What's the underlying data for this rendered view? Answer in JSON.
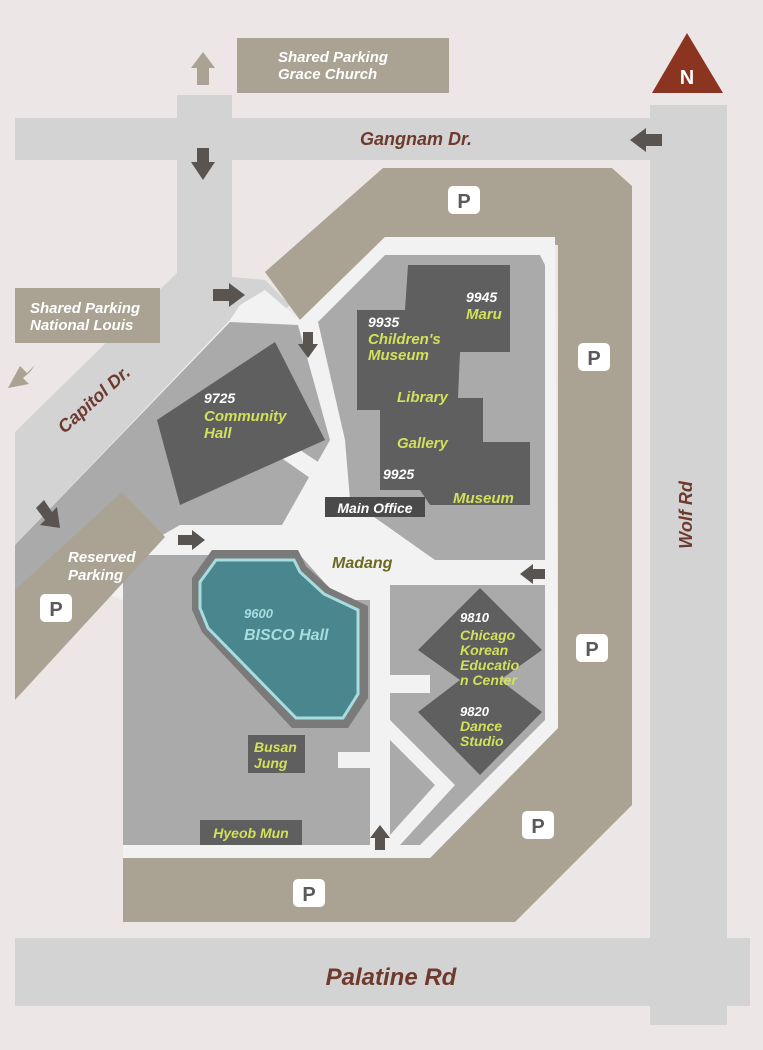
{
  "north": {
    "label": "N",
    "color": "#8b3520"
  },
  "streets": {
    "gangnam": "Gangnam Dr.",
    "capitol": "Capitol Dr.",
    "wolf": "Wolf Rd",
    "palatine": "Palatine Rd"
  },
  "parking_areas": {
    "grace_line1": "Shared Parking",
    "grace_line2": "Grace Church",
    "louis_line1": "Shared Parking",
    "louis_line2": "National Louis",
    "reserved_line1": "Reserved",
    "reserved_line2": "Parking"
  },
  "parking_icon": "P",
  "buildings": {
    "maru": {
      "number": "9945",
      "name": "Maru"
    },
    "childrens": {
      "number": "9935",
      "name1": "Children's",
      "name2": "Museum"
    },
    "library": "Library",
    "gallery": "Gallery",
    "main": {
      "number": "9925",
      "museum": "Museum",
      "office": "Main Office"
    },
    "community": {
      "number": "9725",
      "name1": "Community",
      "name2": "Hall"
    },
    "bisco": {
      "number": "9600",
      "name": "BISCO Hall"
    },
    "ckec": {
      "number": "9810",
      "name1": "Chicago",
      "name2": "Korean",
      "name3": "Educatio",
      "name4": "n Center"
    },
    "dance": {
      "number": "9820",
      "name1": "Dance",
      "name2": "Studio"
    },
    "busan": {
      "name1": "Busan",
      "name2": "Jung"
    },
    "hyeob": "Hyeob Mun",
    "madang": "Madang"
  },
  "colors": {
    "background": "#ede6e6",
    "road": "#d3d3d3",
    "parking": "#aaa293",
    "lot": "#aaaaaa",
    "building": "#5f5f5f",
    "walkway": "#f2f2f2",
    "label_text": "#d2e05a",
    "bisco": "#4a868d"
  }
}
